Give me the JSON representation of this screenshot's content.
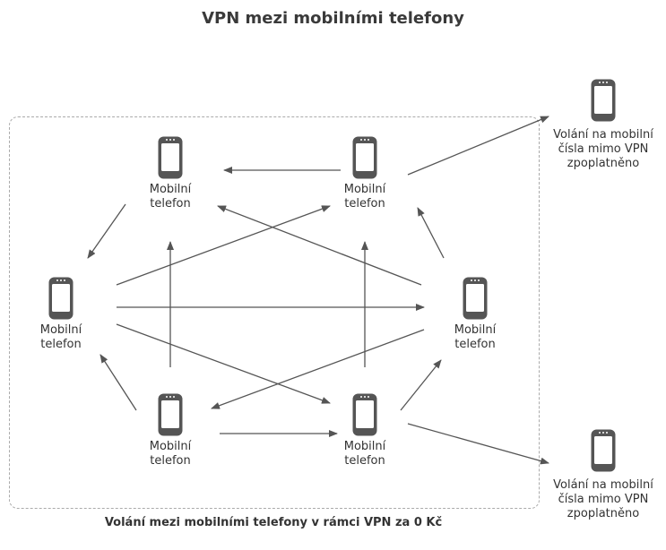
{
  "title": "VPN mezi mobilními telefony",
  "node_label": "Mobilní\ntelefon",
  "external_label": "Volání na mobilní\nčísla mimo VPN\nzpoplatněno",
  "caption": "Volání mezi mobilními telefony v rámci VPN za 0 Kč",
  "colors": {
    "phone": "#555555",
    "arrow": "#555555",
    "border": "#aaaaaa"
  }
}
